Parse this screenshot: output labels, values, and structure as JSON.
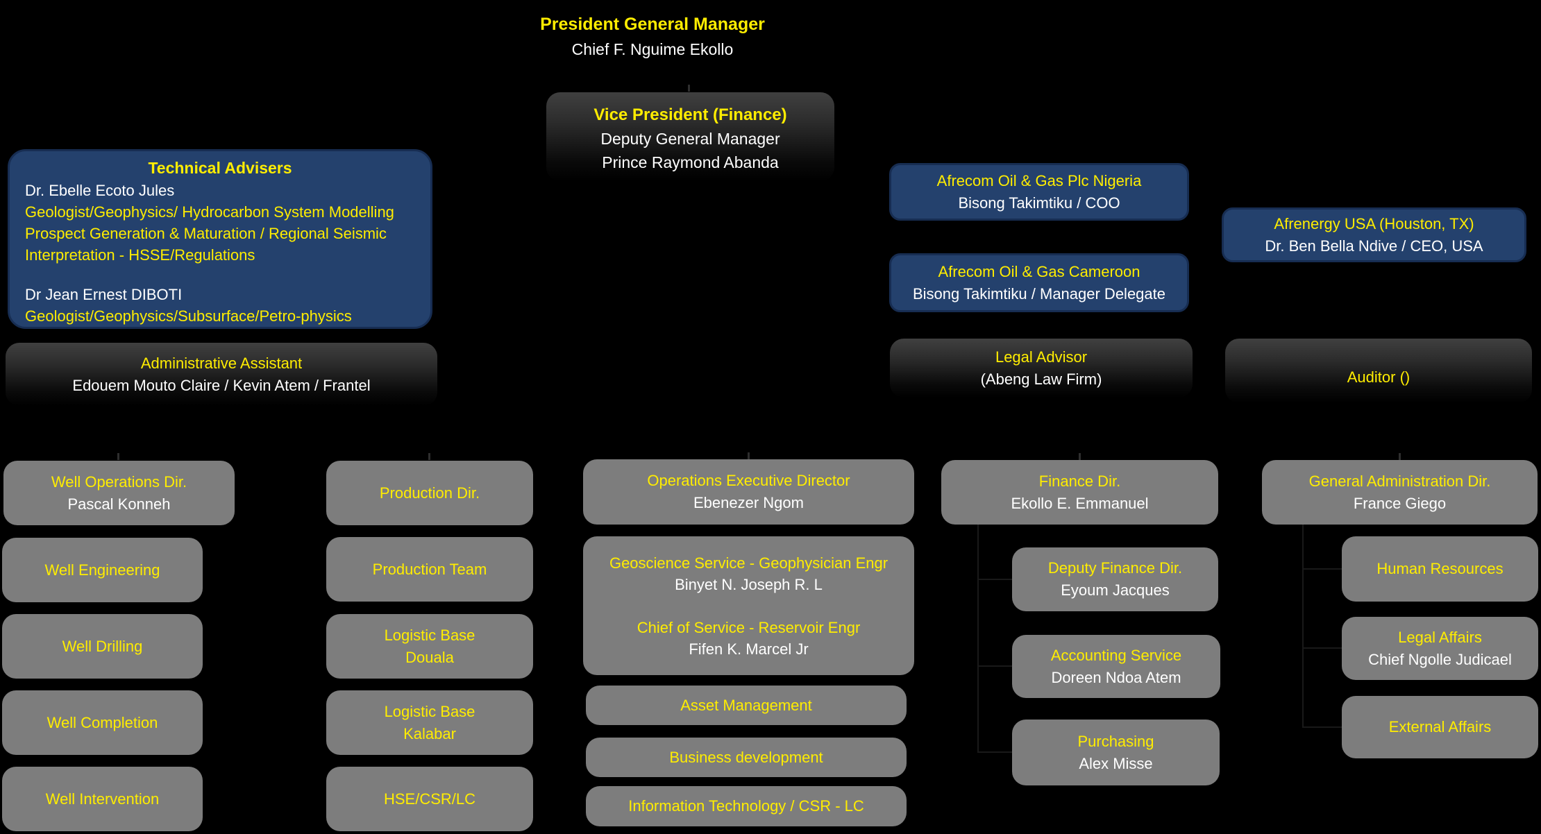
{
  "colors": {
    "background": "#000000",
    "yellow_text": "#ffed00",
    "white_text": "#ffffff",
    "navy_box": "#24416d",
    "gray_box": "#7d7d7d"
  },
  "header": {
    "title": "President General Manager",
    "person": "Chief F. Nguime Ekollo"
  },
  "vice_president": {
    "title": "Vice President (Finance)",
    "role": "Deputy General Manager",
    "person": "Prince Raymond Abanda"
  },
  "technical_advisers": {
    "title": "Technical Advisers",
    "lines": [
      {
        "text": "Dr. Ebelle Ecoto Jules",
        "color": "white"
      },
      {
        "text": "Geologist/Geophysics/ Hydrocarbon System Modelling",
        "color": "yellow"
      },
      {
        "text": "Prospect Generation & Maturation / Regional Seismic",
        "color": "yellow"
      },
      {
        "text": "Interpretation - HSSE/Regulations",
        "color": "yellow"
      },
      {
        "text": "Dr Jean Ernest DIBOTI",
        "color": "white"
      },
      {
        "text": "Geologist/Geophysics/Subsurface/Petro-physics",
        "color": "yellow"
      }
    ]
  },
  "administrative_assistant": {
    "title": "Administrative Assistant",
    "person": "Edouem Mouto Claire / Kevin Atem / Frantel"
  },
  "affiliates": {
    "nigeria": {
      "title": "Afrecom Oil & Gas Plc Nigeria",
      "person": "Bisong Takimtiku / COO"
    },
    "cameroon": {
      "title": "Afrecom Oil & Gas Cameroon",
      "person": "Bisong Takimtiku / Manager Delegate"
    },
    "usa": {
      "title": "Afrenergy USA (Houston, TX)",
      "person": "Dr. Ben Bella Ndive / CEO, USA"
    },
    "legal_advisor": {
      "title": "Legal Advisor",
      "person": "(Abeng Law Firm)"
    },
    "auditor": {
      "title": "Auditor ()"
    }
  },
  "departments": {
    "well_operations": {
      "director": {
        "title": "Well Operations Dir.",
        "person": "Pascal Konneh"
      },
      "units": [
        {
          "label": "Well Engineering"
        },
        {
          "label": "Well Drilling"
        },
        {
          "label": "Well Completion"
        },
        {
          "label": "Well Intervention"
        }
      ]
    },
    "production": {
      "director": {
        "title": "Production Dir."
      },
      "units": [
        {
          "label": "Production Team"
        },
        {
          "label": "Logistic Base",
          "label2": "Douala"
        },
        {
          "label": "Logistic Base",
          "label2": "Kalabar"
        },
        {
          "label": "HSE/CSR/LC"
        }
      ]
    },
    "operations": {
      "director": {
        "title": "Operations Executive Director",
        "person": "Ebenezer Ngom"
      },
      "services": {
        "lines": [
          {
            "text": "Geoscience Service - Geophysician Engr",
            "color": "yellow"
          },
          {
            "text": "Binyet N. Joseph R. L",
            "color": "white"
          },
          {
            "text": "Chief of Service - Reservoir Engr",
            "color": "yellow"
          },
          {
            "text": "Fifen K. Marcel Jr",
            "color": "white"
          }
        ]
      },
      "units": [
        {
          "label": "Asset Management"
        },
        {
          "label": "Business development"
        },
        {
          "label": "Information Technology / CSR - LC"
        }
      ]
    },
    "finance": {
      "director": {
        "title": "Finance Dir.",
        "person": "Ekollo E. Emmanuel"
      },
      "units": [
        {
          "label": "Deputy Finance Dir.",
          "person": "Eyoum Jacques"
        },
        {
          "label": "Accounting Service",
          "person": "Doreen Ndoa Atem"
        },
        {
          "label": "Purchasing",
          "person": "Alex Misse"
        }
      ]
    },
    "general_administration": {
      "director": {
        "title": "General Administration Dir.",
        "person": "France Giego"
      },
      "units": [
        {
          "label": "Human Resources"
        },
        {
          "label": "Legal Affairs",
          "person": "Chief Ngolle Judicael"
        },
        {
          "label": "External Affairs"
        }
      ]
    }
  }
}
